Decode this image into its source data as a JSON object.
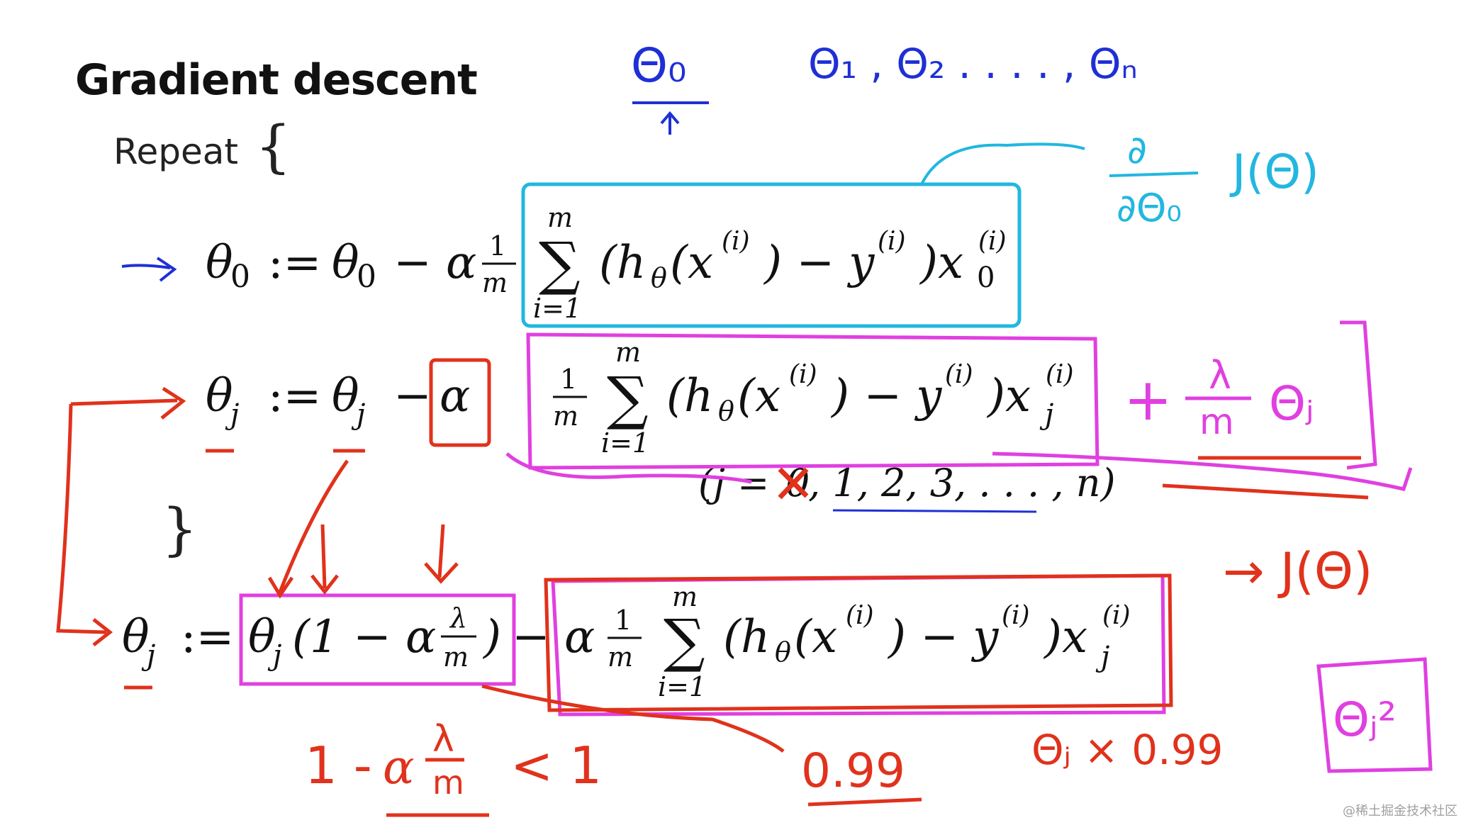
{
  "slide": {
    "title": "Gradient descent",
    "repeat_label": "Repeat",
    "open_brace": "{",
    "close_brace": "}"
  },
  "watermark": "@稀土掘金技术社区",
  "equations": {
    "theta0_update": {
      "lhs": "θ",
      "lhs_sub": "0",
      "assign": ":=",
      "rhs_theta": "θ",
      "rhs_sub": "0",
      "minus_alpha": "− α",
      "frac_num": "1",
      "frac_den": "m",
      "sum_top": "m",
      "sum_bottom": "i=1",
      "sum_symbol": "∑",
      "body": "(h",
      "body_sub": "θ",
      "body_x": "(x",
      "sup_i": "(i)",
      "body_mid": ") − y",
      "body_end": ")x",
      "x_sub": "0"
    },
    "thetaj_update": {
      "lhs": "θ",
      "lhs_sub": "j",
      "assign": ":=",
      "rhs_theta": "θ",
      "rhs_sub": "j",
      "minus": "−",
      "alpha": "α",
      "frac_num": "1",
      "frac_den": "m",
      "sum_top": "m",
      "sum_bottom": "i=1",
      "body": "(h",
      "body_sub": "θ",
      "body_x": "(x",
      "sup_i": "(i)",
      "body_mid": ") − y",
      "body_end": ")x",
      "x_sub": "j"
    },
    "index_range": {
      "open": "(j = ",
      "struck": "0",
      "rest": ", 1, 2, 3, . . . , n)"
    },
    "thetaj_simplified": {
      "lhs": "θ",
      "lhs_sub": "j",
      "assign": ":=",
      "factor": "θ",
      "factor_sub": "j",
      "paren": "(1 − α",
      "lam": "λ",
      "m": "m",
      "close": ")",
      "minus_alpha": "− α",
      "frac_num": "1",
      "frac_den": "m",
      "sum_top": "m",
      "sum_bottom": "i=1",
      "body": "(h",
      "body_sub": "θ",
      "body_x": "(x",
      "sup_i": "(i)",
      "body_mid": ") − y",
      "body_end": ")x",
      "x_sub": "j"
    }
  },
  "handwriting": {
    "theta_zero": "Θ₀",
    "theta_list": "Θ₁ , Θ₂ . . . . , Θₙ",
    "partial_num": "∂",
    "partial_den": "∂Θ₀",
    "cost": "J(Θ)",
    "plus": "+",
    "lambda": "λ",
    "m": "m",
    "theta_j": "Θⱼ",
    "cost_right": "→ J(Θ)",
    "theta_j_sq": "Θⱼ²",
    "ineq_one": "1 -",
    "ineq_alpha": "α",
    "ineq_lambda": "λ",
    "ineq_m": "m",
    "ineq_lt": "< 1",
    "value": "0.99",
    "theta_times": "Θⱼ × 0.99"
  },
  "colors": {
    "blue_ink": "#1f2fd6",
    "cyan_ink": "#22b7e0",
    "red_ink": "#e0321c",
    "magenta_ink": "#e040e0",
    "text": "#111111"
  }
}
